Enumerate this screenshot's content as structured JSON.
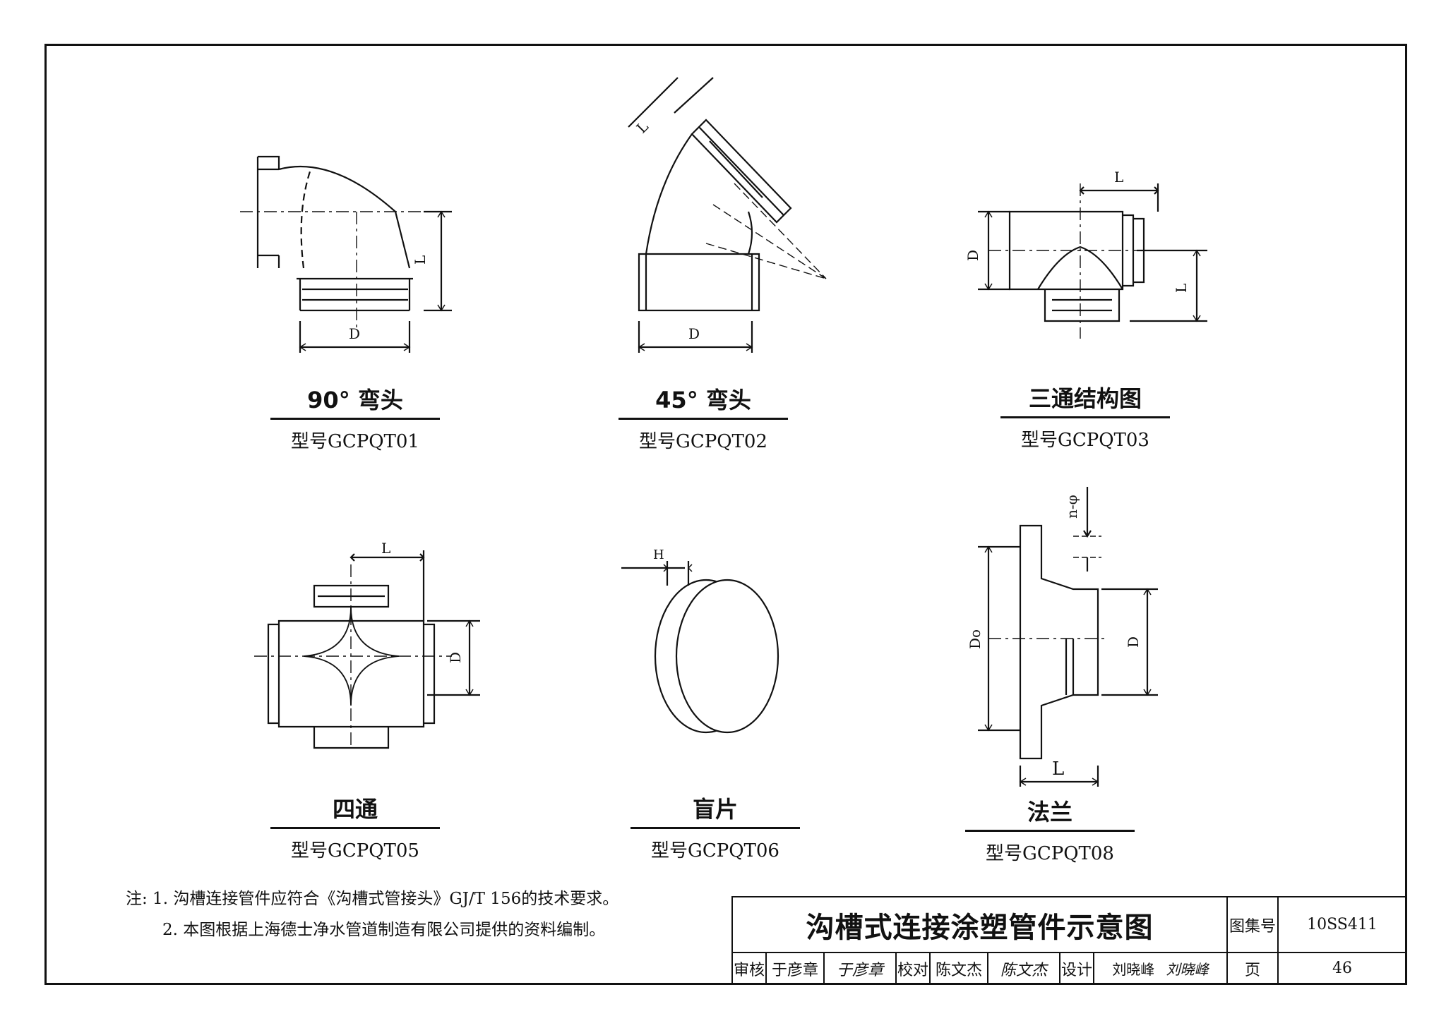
{
  "figures": [
    {
      "title": "90° 弯头",
      "model": "型号GCPQT01"
    },
    {
      "title": "45° 弯头",
      "model": "型号GCPQT02"
    },
    {
      "title": "三通结构图",
      "model": "型号GCPQT03"
    },
    {
      "title": "四通",
      "model": "型号GCPQT05"
    },
    {
      "title": "盲片",
      "model": "型号GCPQT06"
    },
    {
      "title": "法兰",
      "model": "型号GCPQT08"
    }
  ],
  "dims": {
    "L": "L",
    "D": "D",
    "H": "H",
    "Do": "Do",
    "n_phi": "n-φ"
  },
  "notes": {
    "line1": "注: 1. 沟槽连接管件应符合《沟槽式管接头》GJ/T 156的技术要求。",
    "line2": "2. 本图根据上海德士净水管道制造有限公司提供的资料编制。"
  },
  "title_block": {
    "drawing_title": "沟槽式连接涂塑管件示意图",
    "atlas_label": "图集号",
    "atlas_no": "10SS411",
    "page_label": "页",
    "page_no": "46",
    "review_label": "审核",
    "reviewer": "于彦章",
    "review_sig": "于彦章",
    "check_label": "校对",
    "checker": "陈文杰",
    "check_sig": "陈文杰",
    "design_label": "设计",
    "designer": "刘晓峰",
    "design_sig": "刘晓峰"
  }
}
